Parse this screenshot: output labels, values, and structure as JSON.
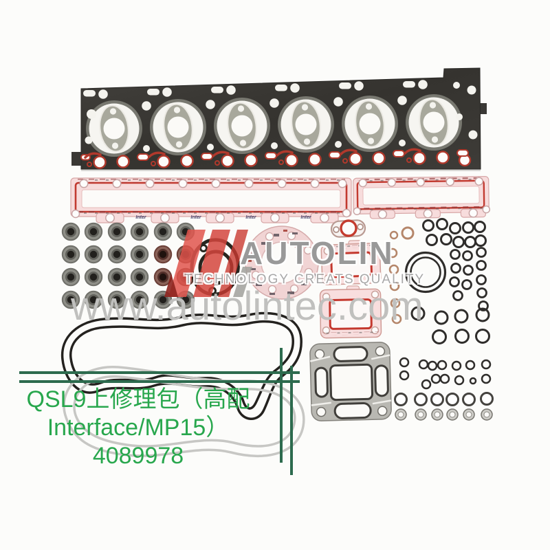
{
  "watermark": {
    "brand": "AUTOLIN",
    "slogan": "TECHNOLOGY CREATS QUALITY",
    "website": "www.autolintec.com"
  },
  "product_label": {
    "line1": "QSL9上修理包（高配",
    "line2": "Interface/MP15）",
    "line3": "4089978"
  },
  "gasket_print": {
    "maker_mark": "Inter"
  },
  "colors": {
    "background": "#fcfcfa",
    "head_gasket_dark": "#3a3835",
    "bore_ring_white": "#f6f5f1",
    "bore_insert_gray": "#a8a89c",
    "accent_red": "#b1392c",
    "gasket_pink": "#f7dcdc",
    "gasket_red_line": "#c23a30",
    "paper_gasket_pink": "#f1d4d4",
    "metal_gasket_gray": "#b9b8b2",
    "rubber_black": "#24221f",
    "oring_black": "#2f2d2b",
    "copper_washer": "#b5866a",
    "grommet_gray": "#cdccc7",
    "marker_line_green": "#2d6b4e",
    "label_text_green": "#28a74d",
    "watermark_gray": "#999999",
    "logo_red": "#d4453d"
  },
  "parts_visible": {
    "cylinder_bores": 6,
    "valve_stem_seals": 24
  }
}
